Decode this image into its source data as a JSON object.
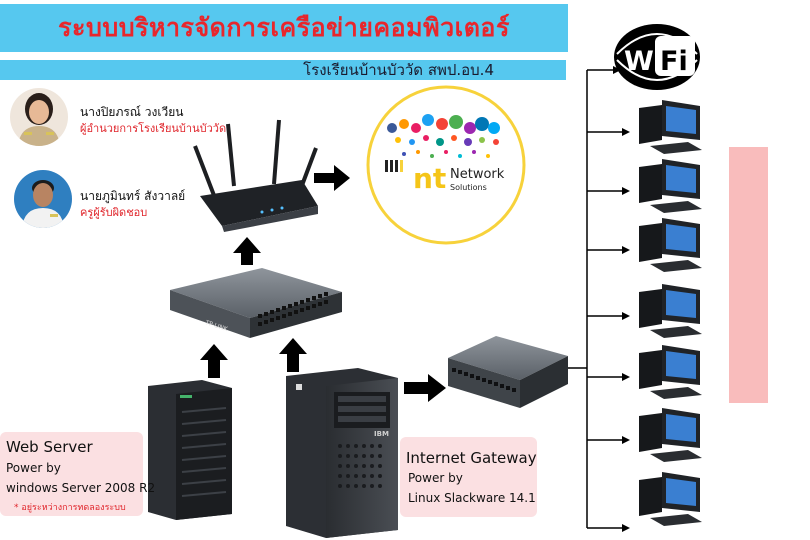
{
  "header": {
    "title": "ระบบบริหารจัดการเครือข่ายคอมพิวเตอร์",
    "subtitle": "โรงเรียนบ้านบัววัด  สพป.อบ.4"
  },
  "people": [
    {
      "name": "นางปิยภรณ์ วงเวียน",
      "role": "ผู้อำนวยการโรงเรียนบ้านบัววัด"
    },
    {
      "name": "นายภูมินทร์ สังวาลย์",
      "role": "ครูผู้รับผิดชอบ"
    }
  ],
  "web_server": {
    "title": "Web Server",
    "line1": "Power by",
    "line2": "windows Server 2008 R2",
    "note": "* อยู่ระหว่างการทดลองระบบ"
  },
  "internet_gateway": {
    "title": "Internet Gateway",
    "line1": "Power by",
    "line2": "Linux Slackware 14.1"
  },
  "isp_logo": {
    "brand": "nt",
    "line1": "Network",
    "line2": "Solutions"
  },
  "wifi": {
    "label1": "Wi",
    "label2": "Fi"
  },
  "switch_brand": "TP-LINK",
  "server_brand": "IBM",
  "clients": {
    "count": 7
  },
  "colors": {
    "header_bg": "#56c8ef",
    "title_red": "#e8262c",
    "callout_pink": "#fbe0e2",
    "side_bar_pink": "#f9bcbc",
    "isp_ring": "#f7d23b"
  }
}
